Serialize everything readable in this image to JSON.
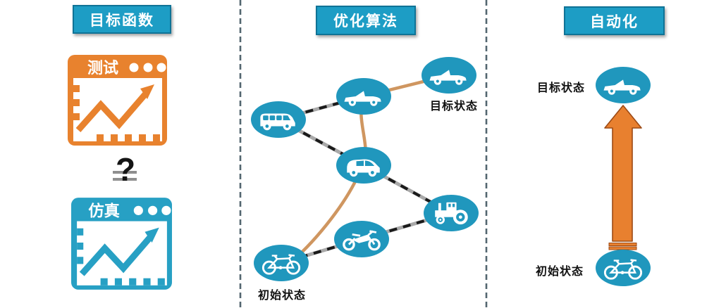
{
  "objective": {
    "title": "目标函数",
    "test_chart_label": "测试",
    "sim_chart_label": "仿真",
    "comparison_symbol": "?"
  },
  "optimization": {
    "title": "优化算法",
    "target_label": "目标状态",
    "initial_label": "初始状态",
    "nodes": [
      "minivan",
      "convertible",
      "convertible-target",
      "city-car",
      "tractor",
      "motorcycle",
      "bicycle"
    ],
    "solution_path_edges": [
      [
        "bicycle",
        "city-car"
      ],
      [
        "city-car",
        "convertible"
      ],
      [
        "convertible",
        "convertible-target"
      ]
    ],
    "explored_edges": [
      [
        "minivan",
        "convertible"
      ],
      [
        "minivan",
        "city-car"
      ],
      [
        "city-car",
        "tractor"
      ],
      [
        "tractor",
        "motorcycle"
      ],
      [
        "motorcycle",
        "bicycle"
      ]
    ]
  },
  "automation": {
    "title": "自动化",
    "target_label": "目标状态",
    "initial_label": "初始状态",
    "target_vehicle": "convertible",
    "initial_vehicle": "bicycle"
  },
  "colors": {
    "header_fill": "#1d9dc5",
    "header_border": "#0f7396",
    "node_blue": "#2097bd",
    "test_icon_orange": "#e8822e",
    "sim_icon_blue": "#27a0c4",
    "solution_edge_orange": "#cf9660",
    "explored_edge_gray": "#a9a9a9",
    "explored_edge_dash_black": "#1a1a1a",
    "arrow_orange": "#e8802f",
    "arrow_outline": "#9c4a15",
    "divider_gray": "#53666f"
  }
}
